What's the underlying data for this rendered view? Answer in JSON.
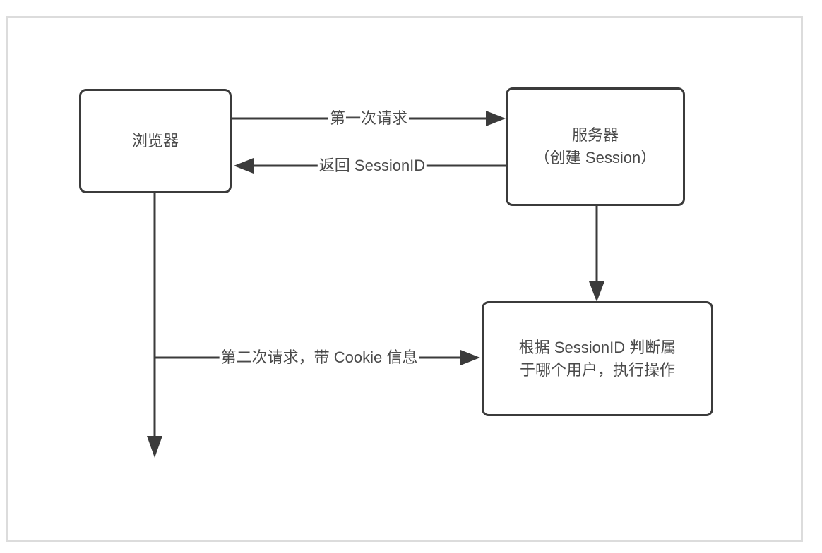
{
  "diagram": {
    "title_hint": "browser-server session cookie flow",
    "nodes": {
      "browser": {
        "label": "浏览器"
      },
      "server": {
        "line1": "服务器",
        "line2": "（创建 Session）"
      },
      "task": {
        "line1": "根据 SessionID 判断属",
        "line2": "于哪个用户，执行操作"
      }
    },
    "edges": {
      "first_request": {
        "label": "第一次请求",
        "direction": "browser-to-server"
      },
      "return_sessionid": {
        "label": "返回 SessionID",
        "direction": "server-to-browser"
      },
      "server_to_task": {
        "label": "",
        "direction": "server-down-to-task"
      },
      "second_request": {
        "label": "第二次请求，带 Cookie 信息",
        "direction": "browser-timeline-to-task"
      },
      "browser_timeline": {
        "label": "",
        "direction": "browser-down"
      }
    },
    "colors": {
      "background": "#ffffff",
      "frame_border": "#dcdcdc",
      "node_border": "#3b3b3b",
      "line": "#3b3b3b",
      "text": "#4a4a4a"
    }
  }
}
